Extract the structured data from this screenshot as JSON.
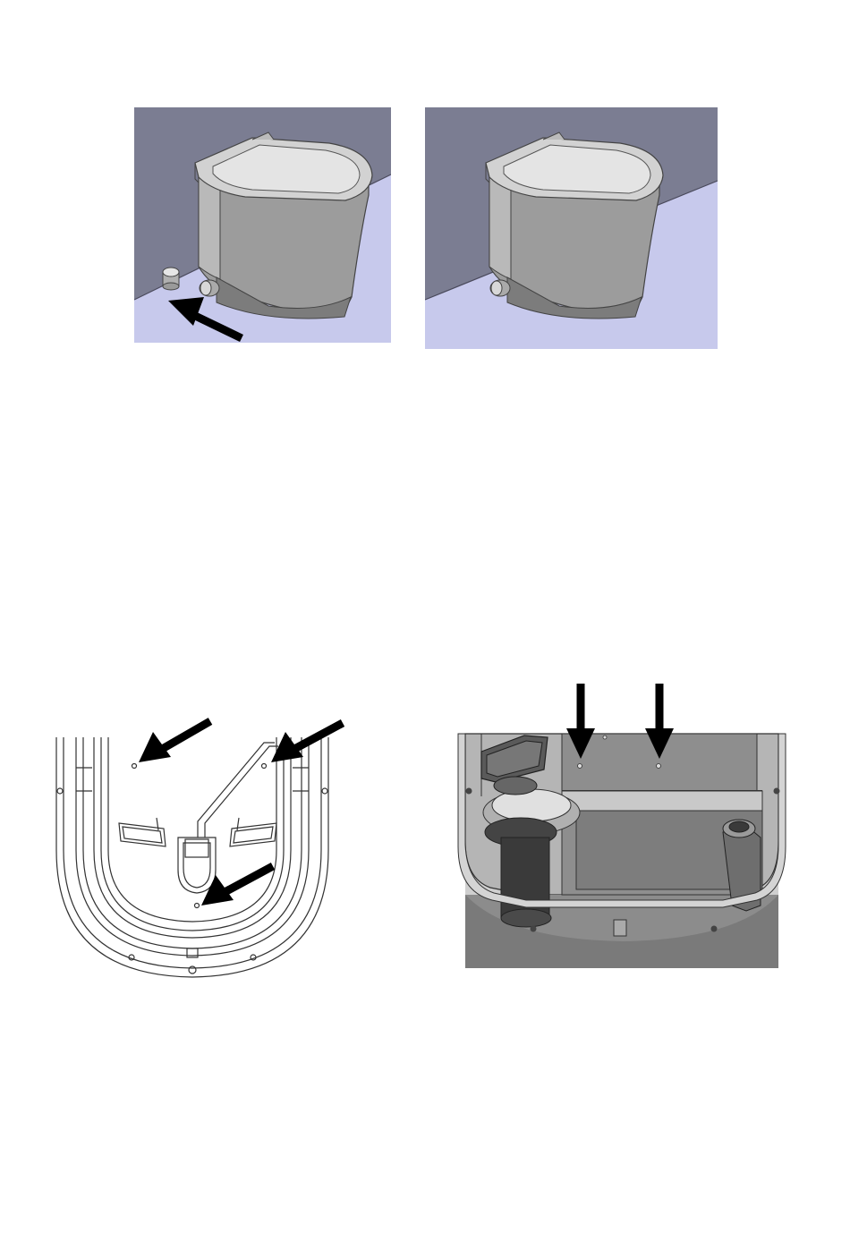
{
  "colors": {
    "wall": "#7b7d92",
    "floor": "#c7c9ec",
    "toilet_body": "#9c9c9c",
    "toilet_light": "#c8c8c8",
    "toilet_dark": "#6a6a6a",
    "arrow": "#000000",
    "line_art": "#333333",
    "interior_floor": "#8e8e8e"
  },
  "figures": [
    {
      "name": "toilet-with-pipe-figure",
      "icons": [
        "toilet-icon",
        "pipe-stub-icon",
        "arrow-icon"
      ]
    },
    {
      "name": "toilet-installed-figure",
      "icons": [
        "toilet-icon"
      ]
    },
    {
      "name": "base-bottom-view-figure",
      "icons": [
        "base-outline-icon",
        "arrow-icon"
      ]
    },
    {
      "name": "interior-top-view-figure",
      "icons": [
        "interior-icon",
        "arrow-icon"
      ]
    }
  ]
}
